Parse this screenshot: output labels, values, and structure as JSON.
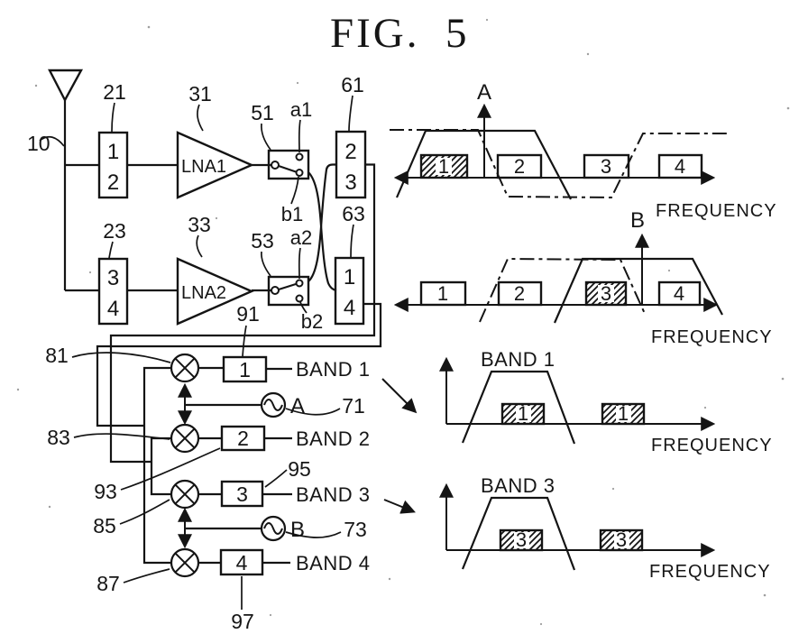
{
  "figure": {
    "label": "FIG.",
    "number": "5"
  },
  "circuit": {
    "antenna_ref": "10",
    "duplexer_upper": {
      "ref": "21",
      "row1": "1",
      "row2": "2"
    },
    "duplexer_lower": {
      "ref": "23",
      "row1": "3",
      "row2": "4"
    },
    "lna_upper": {
      "ref": "31",
      "name": "LNA1"
    },
    "lna_lower": {
      "ref": "33",
      "name": "LNA2"
    },
    "switch_upper": {
      "ref": "51",
      "throw_a": "a1",
      "throw_b": "b1"
    },
    "switch_lower": {
      "ref": "53",
      "throw_a": "a2",
      "throw_b": "b2"
    },
    "bandfilter_upper": {
      "ref": "61",
      "row1": "2",
      "row2": "3"
    },
    "bandfilter_lower": {
      "ref": "63",
      "row1": "1",
      "row2": "4"
    },
    "mixers": [
      {
        "ref": "81"
      },
      {
        "ref": "83"
      },
      {
        "ref": "85"
      },
      {
        "ref": "87"
      }
    ],
    "osc_a": {
      "ref": "71",
      "name": "A"
    },
    "osc_b": {
      "ref": "73",
      "name": "B"
    },
    "if_filters": [
      {
        "ref": "91",
        "num": "1"
      },
      {
        "ref": "93",
        "num": "2"
      },
      {
        "ref": "95",
        "num": "3"
      },
      {
        "ref": "97",
        "num": "4"
      }
    ],
    "outputs": [
      {
        "label": "BAND 1"
      },
      {
        "label": "BAND 2"
      },
      {
        "label": "BAND 3"
      },
      {
        "label": "BAND 4"
      }
    ]
  },
  "plots": {
    "spectrum_a": {
      "marker": "A",
      "xlabel": "FREQUENCY",
      "bands": [
        {
          "num": "1",
          "hatched": true
        },
        {
          "num": "2",
          "hatched": false
        },
        {
          "num": "3",
          "hatched": false
        },
        {
          "num": "4",
          "hatched": false
        }
      ]
    },
    "spectrum_b": {
      "marker": "B",
      "xlabel": "FREQUENCY",
      "bands": [
        {
          "num": "1",
          "hatched": false
        },
        {
          "num": "2",
          "hatched": false
        },
        {
          "num": "3",
          "hatched": true
        },
        {
          "num": "4",
          "hatched": false
        }
      ]
    },
    "if_band1": {
      "title": "BAND 1",
      "xlabel": "FREQUENCY",
      "blocks": [
        {
          "num": "1"
        },
        {
          "num": "1"
        }
      ]
    },
    "if_band3": {
      "title": "BAND 3",
      "xlabel": "FREQUENCY",
      "blocks": [
        {
          "num": "3"
        },
        {
          "num": "3"
        }
      ]
    }
  },
  "colors": {
    "ink": "#141414",
    "paper": "#ffffff"
  }
}
